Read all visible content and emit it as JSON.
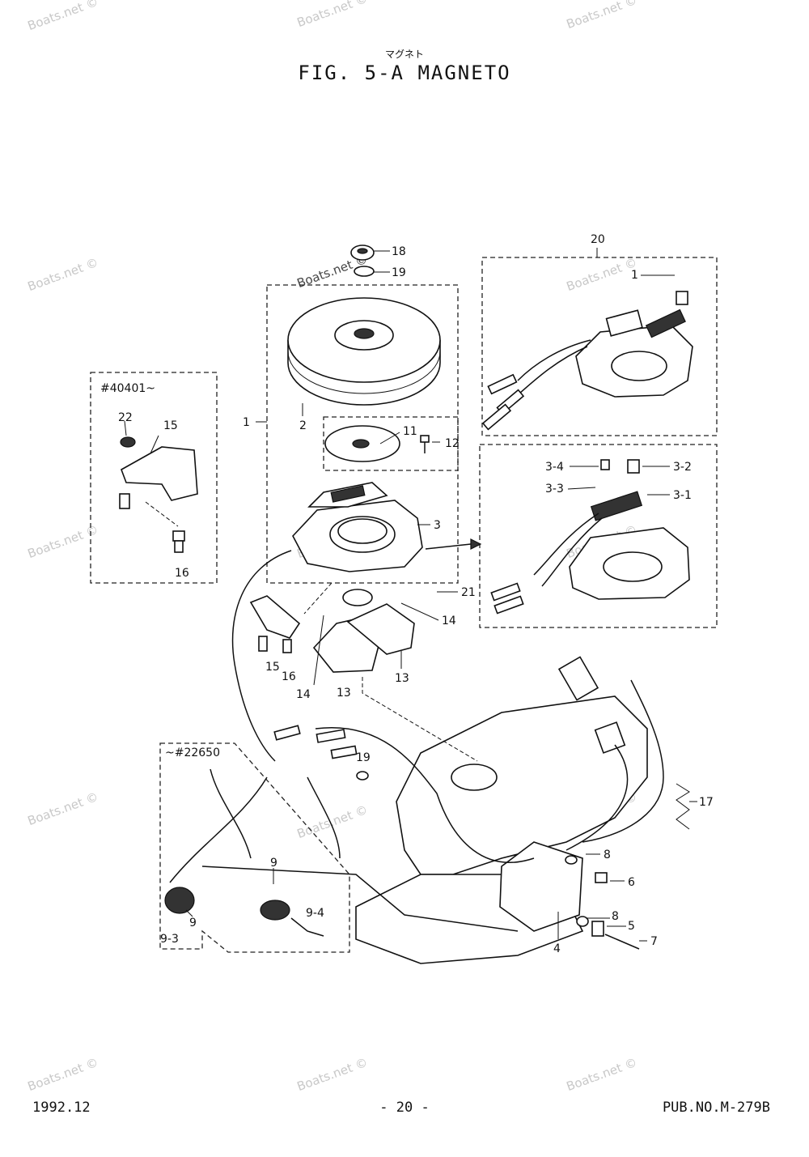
{
  "header": {
    "kana": "マグネト",
    "title": "FIG.  5-A MAGNETO"
  },
  "footer": {
    "date": "1992.12",
    "page": "- 20 -",
    "pub": "PUB.NO.M-279B"
  },
  "watermark": "Boats.net ©",
  "insets": {
    "top_left": "#40401~",
    "bottom_left": "~#22650"
  },
  "callouts": {
    "p1": "1",
    "p2": "2",
    "p3": "3",
    "p3_1": "3-1",
    "p3_2": "3-2",
    "p3_3": "3-3",
    "p3_4": "3-4",
    "p4": "4",
    "p5": "5",
    "p6": "6",
    "p7": "7",
    "p8a": "8",
    "p8b": "8",
    "p9a": "9",
    "p9b": "9",
    "p9_3": "9-3",
    "p9_4": "9-4",
    "p11": "11",
    "p12": "12",
    "p13a": "13",
    "p13b": "13",
    "p14a": "14",
    "p14b": "14",
    "p15a": "15",
    "p15b": "15",
    "p16a": "16",
    "p16b": "16",
    "p17": "17",
    "p18": "18",
    "p19": "19",
    "p19b": "19",
    "p20": "20",
    "p1b": "1",
    "p21": "21",
    "p22": "22"
  }
}
